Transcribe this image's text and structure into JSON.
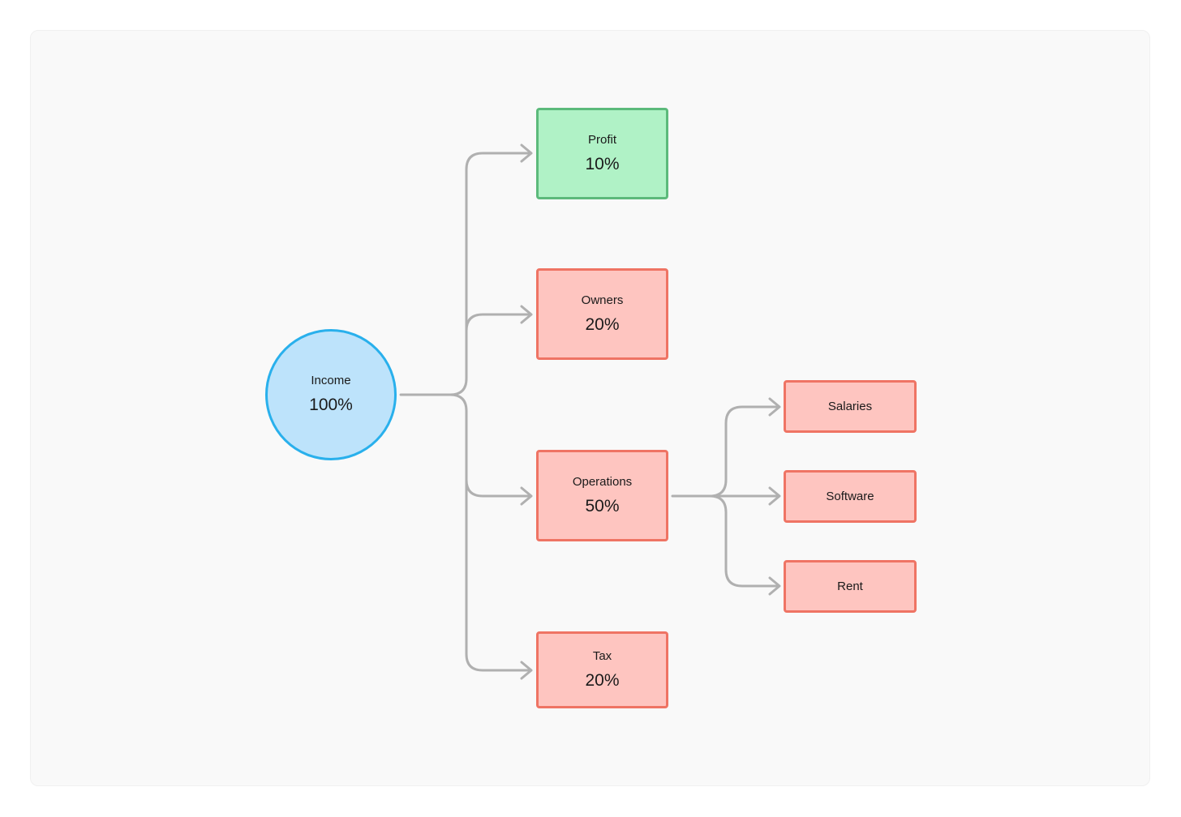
{
  "nodes": {
    "income": {
      "label": "Income",
      "value": "100%"
    },
    "profit": {
      "label": "Profit",
      "value": "10%"
    },
    "owners": {
      "label": "Owners",
      "value": "20%"
    },
    "operations": {
      "label": "Operations",
      "value": "50%"
    },
    "tax": {
      "label": "Tax",
      "value": "20%"
    },
    "salaries": {
      "label": "Salaries"
    },
    "software": {
      "label": "Software"
    },
    "rent": {
      "label": "Rent"
    }
  },
  "edges": [
    [
      "income",
      "profit"
    ],
    [
      "income",
      "owners"
    ],
    [
      "income",
      "operations"
    ],
    [
      "income",
      "tax"
    ],
    [
      "operations",
      "salaries"
    ],
    [
      "operations",
      "software"
    ],
    [
      "operations",
      "rent"
    ]
  ],
  "colors": {
    "connector": "#b0b0b0",
    "income_fill": "#bde3fb",
    "income_border": "#29b0ec",
    "profit_fill": "#b0f2c6",
    "profit_border": "#5cba7b",
    "expense_fill": "#fec5c0",
    "expense_border": "#ef7464"
  }
}
